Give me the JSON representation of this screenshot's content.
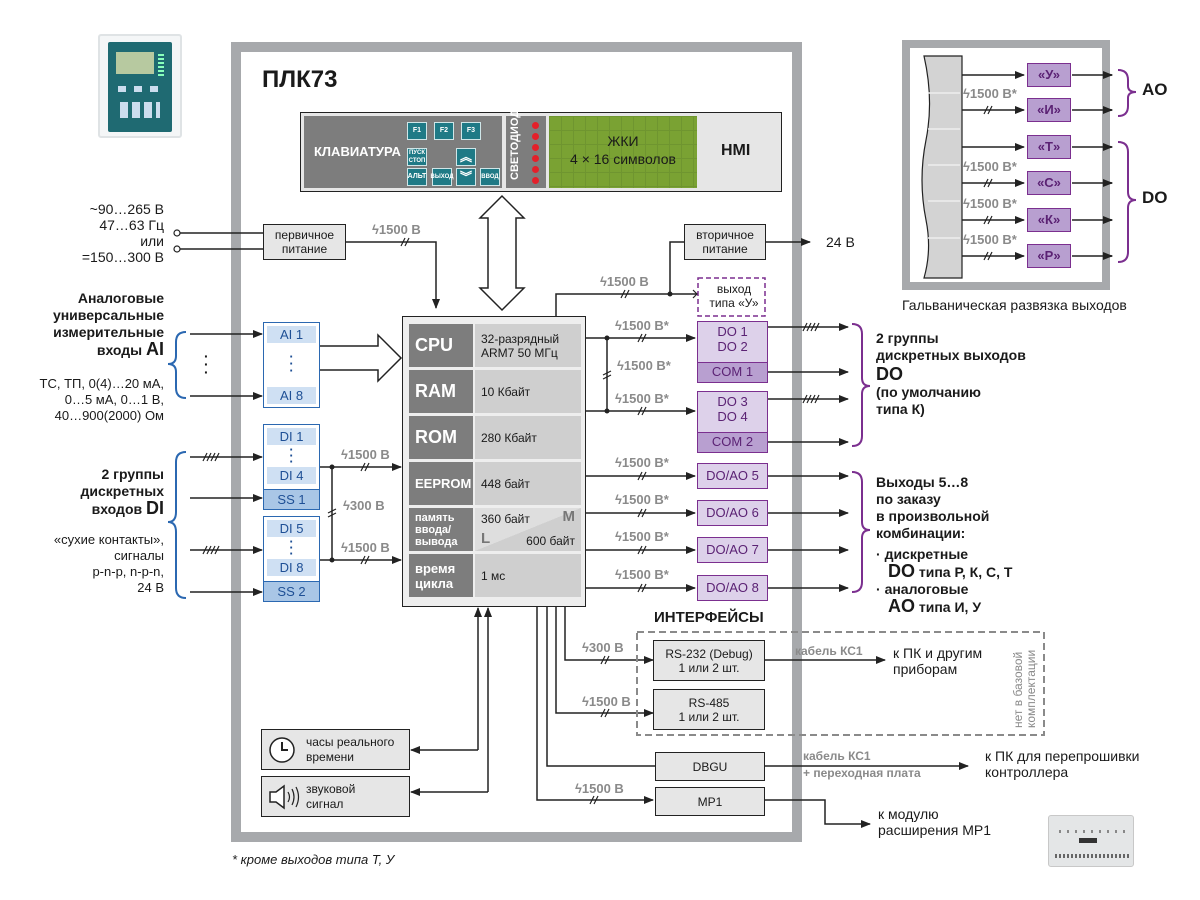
{
  "title": "ПЛК73",
  "hmi": {
    "keyboard_label": "КЛАВИАТУРА",
    "keys": [
      "F1",
      "F2",
      "F3",
      "ПУСК СТОП",
      "АЛЬТ",
      "ВЫХОД",
      "ВВОД"
    ],
    "leds_label": "СВЕТОДИОДЫ",
    "leds_count": 6,
    "lcd_title": "ЖКИ",
    "lcd_sub": "4 × 16 символов",
    "label": "HMI"
  },
  "power_in": {
    "lines": [
      "~90…265 В",
      "47…63 Гц",
      "или",
      "=150…300 В"
    ],
    "primary_box": "первичное питание",
    "isolation": "1500 В"
  },
  "secondary_power": {
    "box": "вторичное питание",
    "output": "24 В"
  },
  "type_u_output": "выход типа «У»",
  "ai": {
    "title": [
      "Аналоговые",
      "универсальные",
      "измерительные",
      "входы"
    ],
    "title_abbr": "AI",
    "desc": [
      "ТС, ТП, 0(4)…20 мА,",
      "0…5 мА, 0…1 В,",
      "40…900(2000) Ом"
    ],
    "cells": [
      "AI 1",
      "AI 8"
    ]
  },
  "di": {
    "title": [
      "2 группы",
      "дискретных",
      "входов"
    ],
    "title_abbr": "DI",
    "desc": [
      "«сухие контакты»,",
      "сигналы",
      "p-n-p, n-p-n,",
      "24 В"
    ],
    "group1": [
      "DI 1",
      "DI 4",
      "SS 1"
    ],
    "group2": [
      "DI 5",
      "DI 8",
      "SS 2"
    ],
    "iso_group1": "1500 В",
    "iso_between": "300 В",
    "iso_group2": "1500 В"
  },
  "cpu_block": [
    {
      "label": "CPU",
      "value": [
        "32-разрядный",
        "ARM7  50 МГц"
      ]
    },
    {
      "label": "RAM",
      "value": [
        "10 Кбайт"
      ]
    },
    {
      "label": "ROM",
      "value": [
        "280 Кбайт"
      ]
    },
    {
      "label": "EEPROM",
      "value": [
        "448 байт"
      ]
    },
    {
      "label": "память ввода/ вывода",
      "value_m": "360 байт",
      "tag_m": "M",
      "tag_l": "L",
      "value_l": "600 байт"
    },
    {
      "label": "время цикла",
      "value": [
        "1 мс"
      ]
    }
  ],
  "do": {
    "isolation": "1500 В",
    "iso_star": "1500 В*",
    "group1": [
      "DO 1",
      "DO 2",
      "COM 1"
    ],
    "group2": [
      "DO 3",
      "DO 4",
      "COM 2"
    ],
    "desc": [
      "2 группы",
      "дискретных выходов",
      "DO",
      "(по умолчанию",
      "типа К)"
    ]
  },
  "doao": {
    "cells": [
      "DO/AO 5",
      "DO/AO 6",
      "DO/AO 7",
      "DO/AO 8"
    ],
    "iso": "1500 В*",
    "desc": [
      "Выходы 5…8",
      "по заказу",
      "в произвольной",
      "комбинации:"
    ],
    "bullet1": [
      "дискретные",
      "DO",
      "типа Р, К, С, Т"
    ],
    "bullet2": [
      "аналоговые",
      "AO",
      "типа И, У"
    ]
  },
  "interfaces": {
    "title": "ИНТЕРФЕЙСЫ",
    "rs232": {
      "label": "RS-232 (Debug)",
      "count": "1 или 2 шт.",
      "iso": "300 В",
      "cable": "кабель КС1",
      "target": [
        "к ПК и другим",
        "приборам"
      ]
    },
    "rs485": {
      "label": "RS-485",
      "count": "1 или 2 шт.",
      "iso": "1500 В"
    },
    "optional_note": [
      "нет в базовой",
      "комплектации"
    ],
    "dbgu": {
      "label": "DBGU",
      "cable": "кабель КС1",
      "cable2": "+ переходная плата",
      "target": [
        "к ПК для перепрошивки",
        "контроллера"
      ]
    },
    "mp1": {
      "label": "МР1",
      "iso": "1500 В",
      "target": [
        "к модулю",
        "расширения МР1"
      ]
    }
  },
  "rtc": {
    "label": [
      "часы реального",
      "времени"
    ]
  },
  "buzzer": {
    "label": [
      "звуковой",
      "сигнал"
    ]
  },
  "footnote": "* кроме выходов типа Т, У",
  "galvanic": {
    "caption": "Гальваническая развязка выходов",
    "rows": [
      {
        "key": "«У»",
        "iso": ""
      },
      {
        "key": "«И»",
        "iso": "1500 В*"
      },
      {
        "key": "«Т»",
        "iso": ""
      },
      {
        "key": "«С»",
        "iso": "1500 В*"
      },
      {
        "key": "«К»",
        "iso": "1500 В*"
      },
      {
        "key": "«Р»",
        "iso": "1500 В*"
      }
    ],
    "group_ao": "AO",
    "group_do": "DO"
  },
  "colors": {
    "frame": "#a7a9ac",
    "purple": "#7b2f8f",
    "blue": "#2b68b1",
    "teal": "#1f7a86",
    "lcd": "#7aa233",
    "led": "#e3202a"
  }
}
